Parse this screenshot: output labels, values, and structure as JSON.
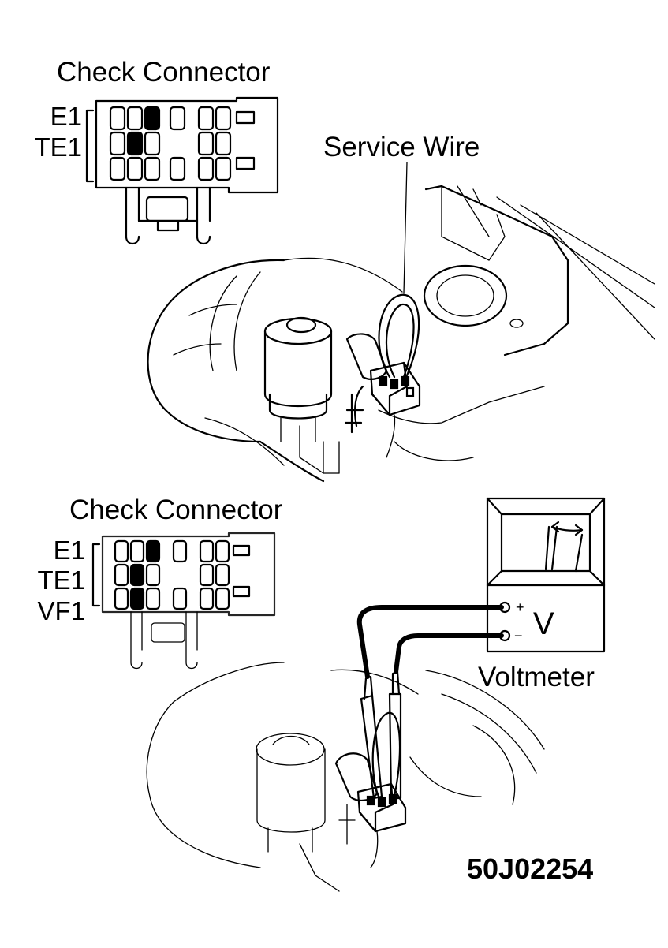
{
  "top": {
    "connector_title": "Check Connector",
    "pins": [
      "E1",
      "TE1"
    ],
    "service_wire_label": "Service Wire"
  },
  "bottom": {
    "connector_title": "Check Connector",
    "pins": [
      "E1",
      "TE1",
      "VF1"
    ],
    "voltmeter_label": "Voltmeter",
    "voltmeter_symbol": "V",
    "plus_sign": "+",
    "minus_sign": "−"
  },
  "figure_code": "50J02254"
}
